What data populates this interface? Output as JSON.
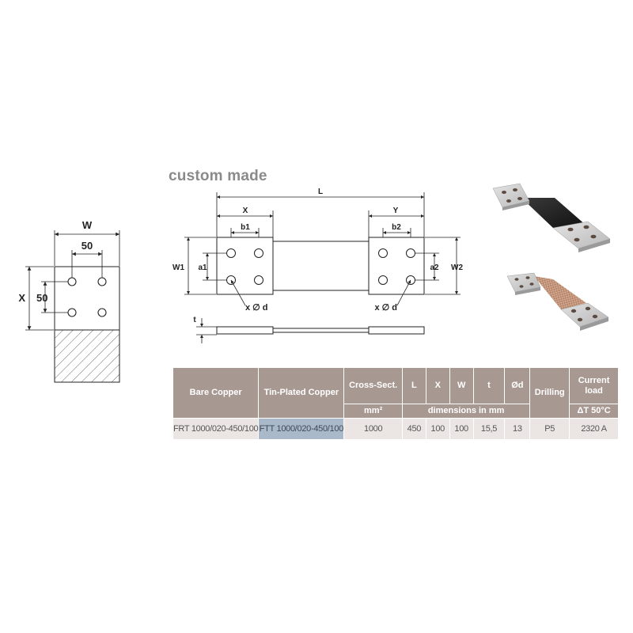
{
  "heading": "custom made",
  "left_drawing": {
    "w_label": "W",
    "hole_spacing_label": "50",
    "x_label": "X",
    "vertical_spacing_label": "50"
  },
  "main_drawing": {
    "l_label": "L",
    "x_label": "X",
    "y_label": "Y",
    "b1_label": "b1",
    "b2_label": "b2",
    "w1_label": "W1",
    "w2_label": "W2",
    "a1_label": "a1",
    "a2_label": "a2",
    "hole_label_left": "x ∅ d",
    "hole_label_right": "x ∅ d",
    "t_label": "t"
  },
  "photos": {
    "top": "bare-copper-braid-busbar",
    "bottom": "tin-plated-copper-braid-busbar"
  },
  "table": {
    "headers": {
      "bare_copper": "Bare Copper",
      "tin_plated": "Tin-Plated Copper",
      "cross_sect": "Cross-Sect.",
      "l": "L",
      "x": "X",
      "w": "W",
      "t": "t",
      "od": "Ød",
      "drilling": "Drilling",
      "current_load_line1": "Current",
      "current_load_line2": "load",
      "mm2": "mm²",
      "dimensions": "dimensions in mm",
      "delta_t": "ΔT 50°C"
    },
    "rows": [
      {
        "bare": "FRT 1000/020-450/100",
        "tin": "FTT 1000/020-450/100",
        "cross": "1000",
        "l": "450",
        "x": "100",
        "w": "100",
        "t": "15,5",
        "d": "13",
        "drilling": "P5",
        "current": "2320 A"
      }
    ]
  },
  "colors": {
    "header_bg": "#a89892",
    "row_bg": "#ebe6e3",
    "highlight_bg": "#a9b9c9",
    "heading_text": "#8a8a8a"
  }
}
